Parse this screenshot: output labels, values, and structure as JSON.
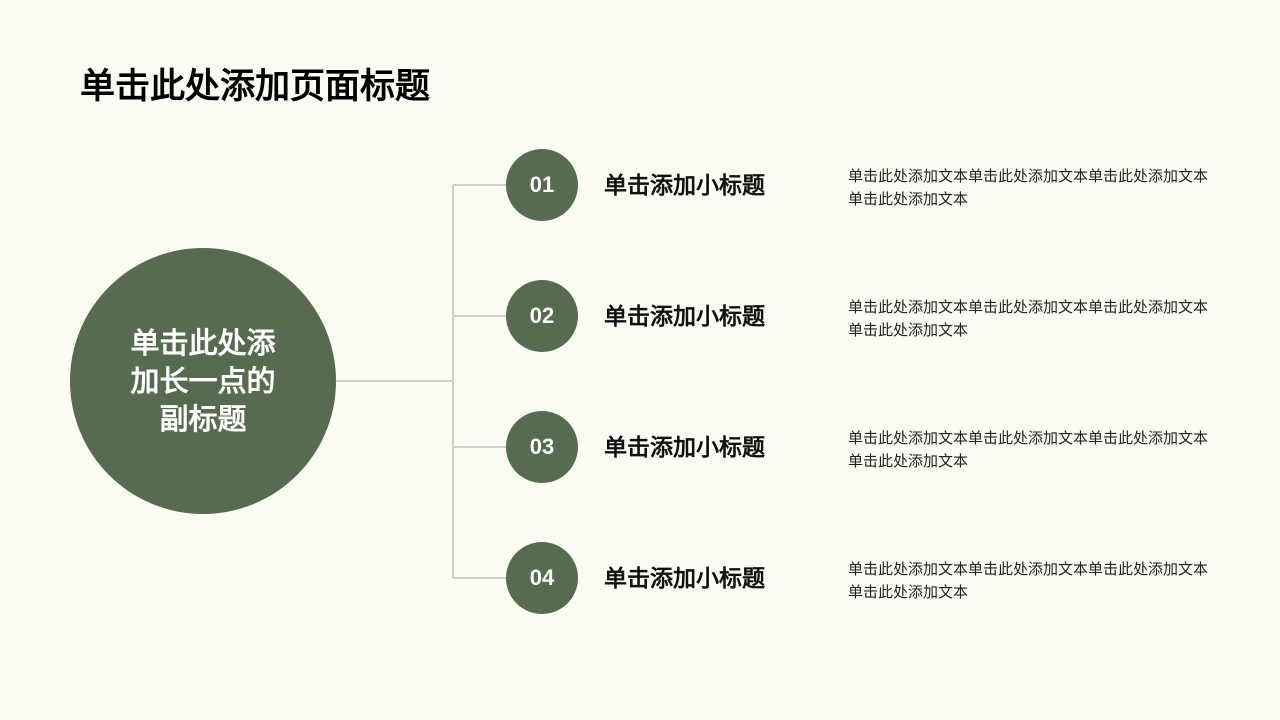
{
  "page": {
    "title": "单击此处添加页面标题",
    "background": "#fafcf3"
  },
  "diagram": {
    "accent_color": "#566b4f",
    "connector_color": "#c9d3bd",
    "center_label": "单击此处添加长一点的副标题",
    "items": [
      {
        "number": "01",
        "title": "单击添加小标题",
        "desc": "单击此处添加文本单击此处添加文本单击此处添加文本单击此处添加文本"
      },
      {
        "number": "02",
        "title": "单击添加小标题",
        "desc": "单击此处添加文本单击此处添加文本单击此处添加文本单击此处添加文本"
      },
      {
        "number": "03",
        "title": "单击添加小标题",
        "desc": "单击此处添加文本单击此处添加文本单击此处添加文本单击此处添加文本"
      },
      {
        "number": "04",
        "title": "单击添加小标题",
        "desc": "单击此处添加文本单击此处添加文本单击此处添加文本单击此处添加文本"
      }
    ]
  }
}
